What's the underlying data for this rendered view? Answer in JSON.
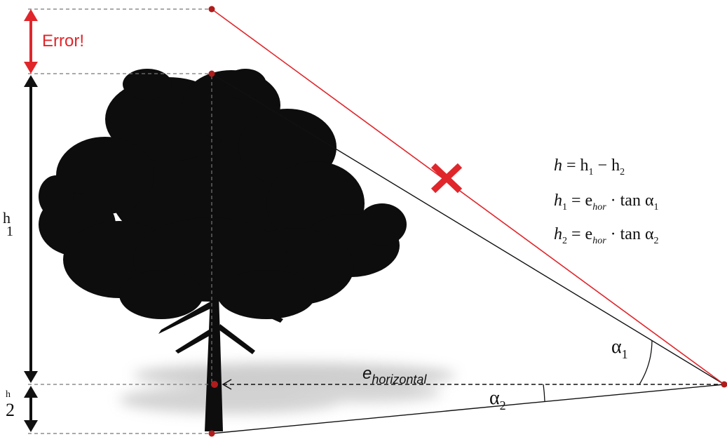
{
  "colors": {
    "error": "#e0262b",
    "ink": "#111111",
    "dash": "#777777",
    "shadow": "#bdbdbd"
  },
  "labels": {
    "error": "Error!",
    "side_h1": "h",
    "side_h1_sub": "1",
    "side_h2": "h",
    "side_h2_sub": "2",
    "distance_base": "e",
    "distance_sub": "horizontal",
    "alpha": "α",
    "alpha1_sub": "1",
    "alpha2_sub": "2"
  },
  "formulas": [
    {
      "lhs": "h",
      "lhs_sub": "",
      "mid": " = h",
      "mid_sub": "1",
      "rhs": " − h",
      "rhs_sub": "2",
      "tail": ""
    },
    {
      "lhs": "h",
      "lhs_sub": "1",
      "mid": " = e",
      "mid_sub": "hor",
      "rhs": " · tan α",
      "rhs_sub": "1",
      "tail": ""
    },
    {
      "lhs": "h",
      "lhs_sub": "2",
      "mid": " = e",
      "mid_sub": "hor",
      "rhs": " · tan α",
      "rhs_sub": "2",
      "tail": ""
    }
  ],
  "icons": {
    "error_marker": "cross-icon",
    "tree": "tree-silhouette-icon"
  }
}
